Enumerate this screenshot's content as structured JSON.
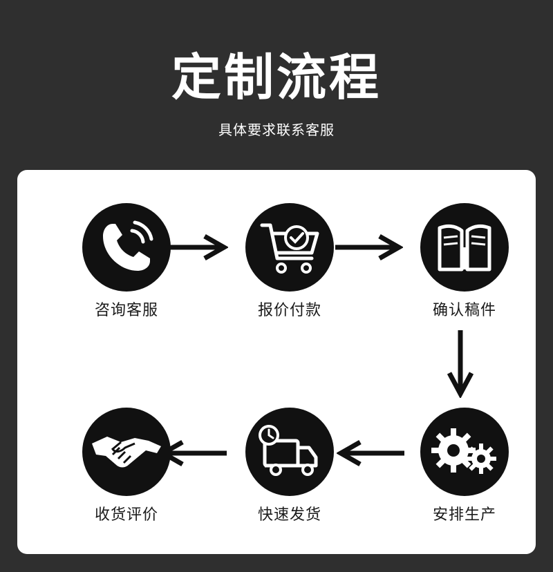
{
  "header": {
    "title": "定制流程",
    "subtitle": "具体要求联系客服"
  },
  "steps": [
    {
      "label": "咨询客服",
      "icon": "phone-icon"
    },
    {
      "label": "报价付款",
      "icon": "shopping-cart-icon"
    },
    {
      "label": "确认稿件",
      "icon": "open-book-icon"
    },
    {
      "label": "安排生产",
      "icon": "gears-icon"
    },
    {
      "label": "快速发货",
      "icon": "delivery-truck-icon"
    },
    {
      "label": "收货评价",
      "icon": "handshake-icon"
    }
  ],
  "colors": {
    "background": "#2f2f2f",
    "card": "#ffffff",
    "icon_circle": "#111111",
    "text": "#1a1a1a"
  }
}
